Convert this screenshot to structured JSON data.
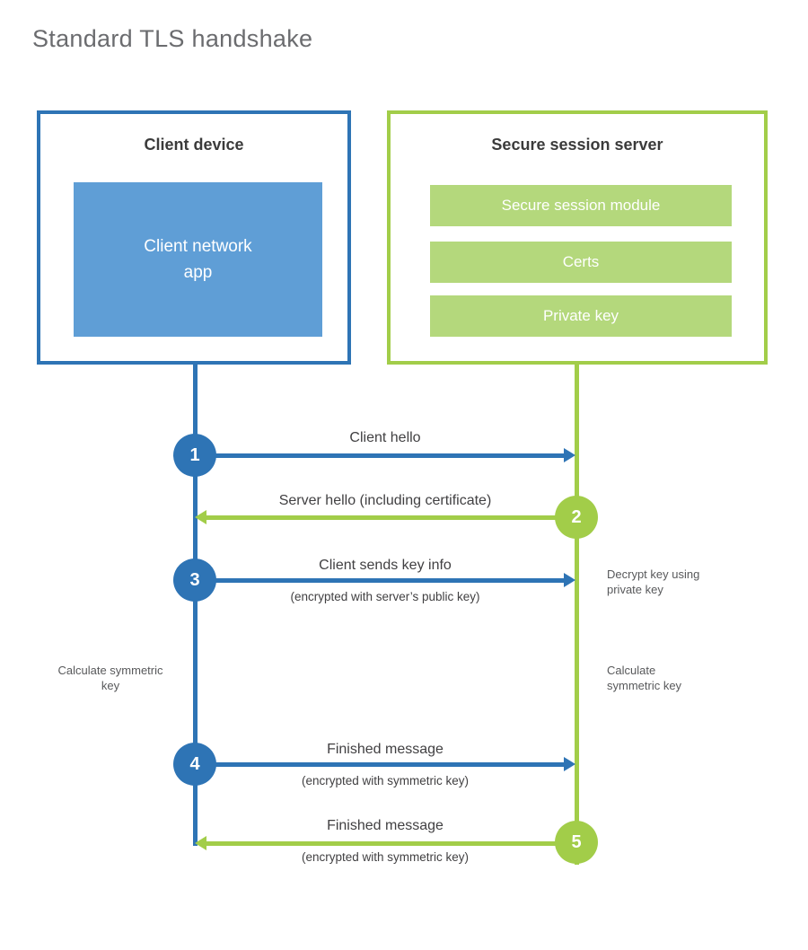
{
  "title": "Standard TLS handshake",
  "colors": {
    "blue": "#2e74b5",
    "blue_light": "#5f9ed6",
    "green": "#a2cd49",
    "green_light": "#b4d87c",
    "heading_text": "#3b3b3b",
    "label_text": "#414042",
    "note_text": "#58595b",
    "title_text": "#6b6c6f"
  },
  "client": {
    "title": "Client device",
    "app_lines": [
      "Client network",
      "app"
    ]
  },
  "server": {
    "title": "Secure session server",
    "modules": [
      "Secure session module",
      "Certs",
      "Private key"
    ]
  },
  "steps": [
    {
      "num": "1",
      "label": "Client hello",
      "sub": "",
      "direction": "client-to-server"
    },
    {
      "num": "2",
      "label": "Server hello (including certificate)",
      "sub": "",
      "direction": "server-to-client"
    },
    {
      "num": "3",
      "label": "Client sends key info",
      "sub": "(encrypted with server’s public key)",
      "direction": "client-to-server"
    },
    {
      "num": "4",
      "label": "Finished message",
      "sub": "(encrypted with symmetric key)",
      "direction": "client-to-server"
    },
    {
      "num": "5",
      "label": "Finished message",
      "sub": "(encrypted with symmetric key)",
      "direction": "server-to-client"
    }
  ],
  "notes": {
    "decrypt": "Decrypt key using private key",
    "calculate_left": "Calculate symmetric key",
    "calculate_right": "Calculate symmetric key"
  }
}
